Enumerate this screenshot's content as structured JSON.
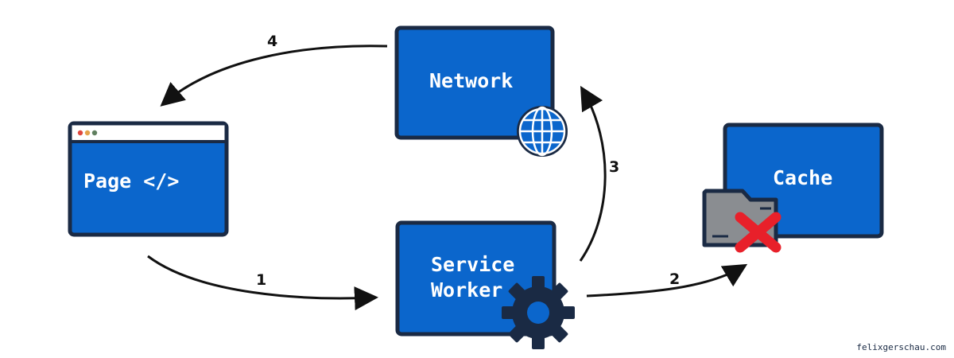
{
  "nodes": {
    "page": {
      "label": "Page </>"
    },
    "network": {
      "label": "Network"
    },
    "service_worker": {
      "line1": "Service",
      "line2": "Worker"
    },
    "cache": {
      "label": "Cache"
    }
  },
  "steps": {
    "one": "1",
    "two": "2",
    "three": "3",
    "four": "4"
  },
  "credit": "felixgerschau.com",
  "colors": {
    "box_fill": "#0b66cc",
    "outline": "#1a2a44",
    "folder": "#8a8d91",
    "cross": "#e8202a",
    "browser_dots": [
      "#e0483e",
      "#e4a24a",
      "#5f7f5f"
    ]
  }
}
